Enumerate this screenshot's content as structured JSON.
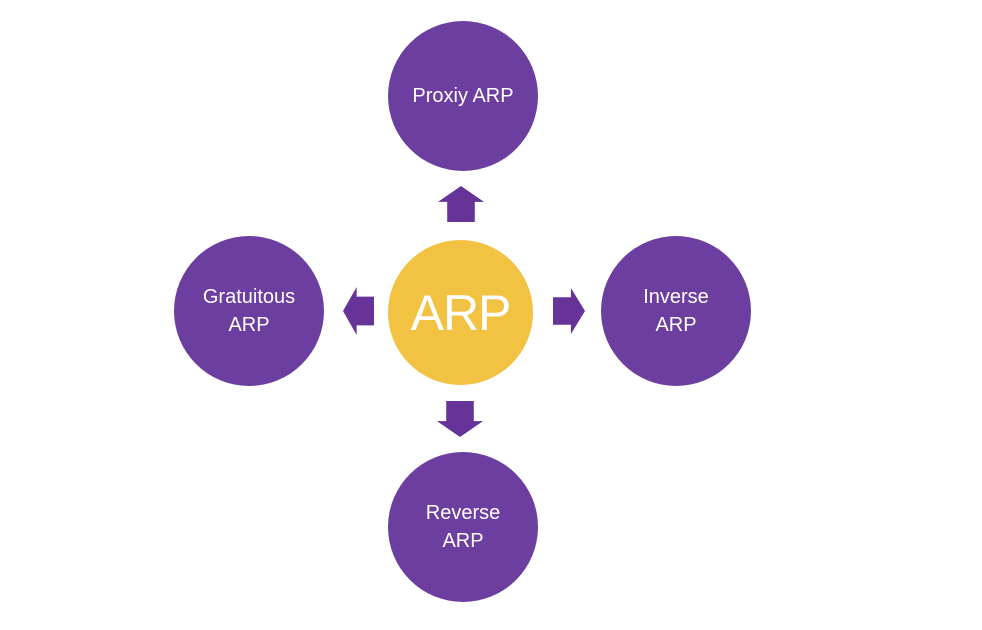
{
  "diagram": {
    "center_node": {
      "label": "ARP",
      "fill": "#F2C242",
      "text_color": "#FFFFFF"
    },
    "nodes": [
      {
        "position": "top",
        "lines": [
          "Proxiy ARP"
        ]
      },
      {
        "position": "left",
        "lines": [
          "Gratuitous",
          "ARP"
        ]
      },
      {
        "position": "right",
        "lines": [
          "Inverse",
          "ARP"
        ]
      },
      {
        "position": "bottom",
        "lines": [
          "Reverse",
          "ARP"
        ]
      }
    ],
    "arrows": [
      "up",
      "left",
      "right",
      "down"
    ],
    "colors": {
      "node_fill": "#6C3EA0",
      "arrow_fill": "#663399",
      "background": "#FFFFFF",
      "text": "#FFFFFF"
    }
  }
}
